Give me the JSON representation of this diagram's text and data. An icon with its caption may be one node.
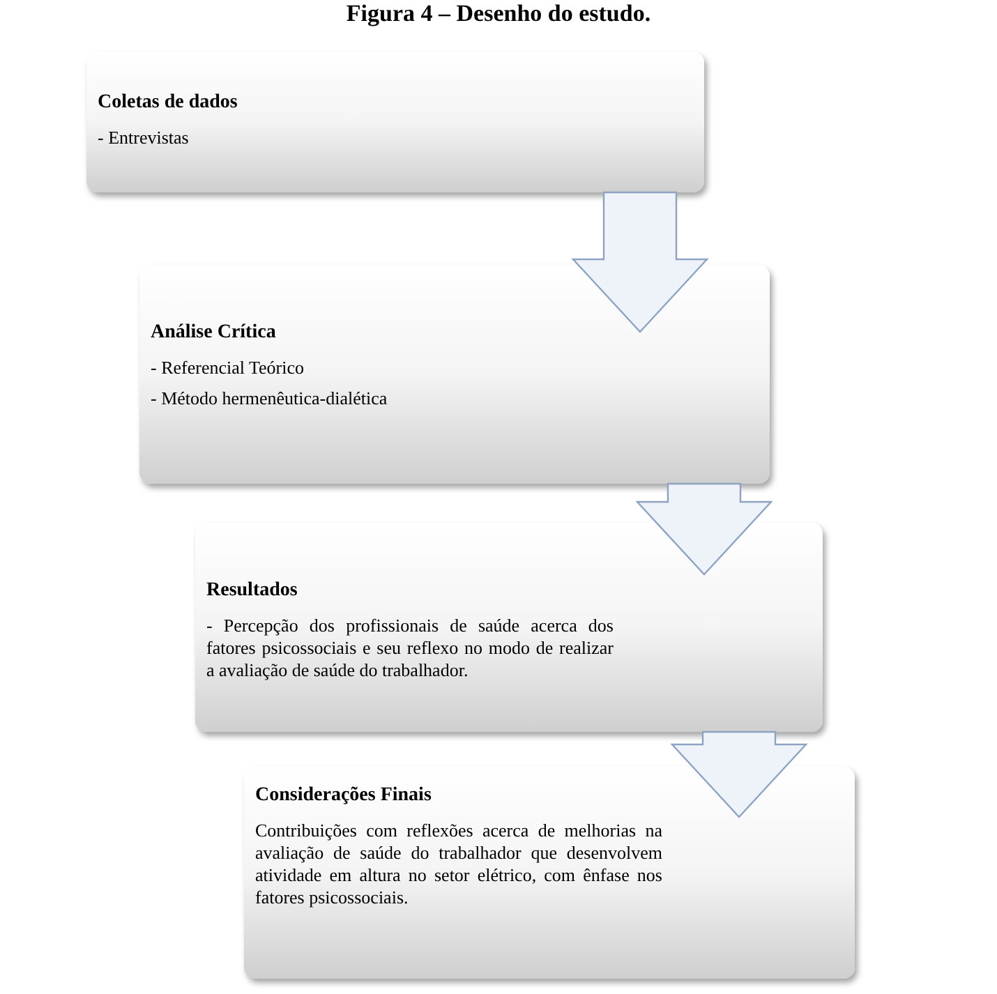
{
  "diagram": {
    "title": "Figura 4 – Desenho do estudo.",
    "nodes": [
      {
        "text": [
          "Coletas de dados",
          "- Entrevistas"
        ]
      },
      {
        "text": [
          "Análise Crítica",
          "- Referencial Teórico",
          "- Método hermenêutica-dialética"
        ]
      },
      {
        "text": [
          "Resultados",
          "- Percepção dos profissionais de saúde acerca dos fatores psicossociais e seu reflexo no modo de realizar a avaliação de saúde do trabalhador."
        ]
      },
      {
        "text": [
          "Considerações Finais",
          "Contribuições com reflexões acerca de melhorias na avaliação de saúde do trabalhador que desenvolvem atividade em altura no setor elétrico, com ênfase nos fatores psicossociais."
        ]
      }
    ],
    "edges": [
      {
        "from": 0,
        "to": 1,
        "arrow": "to"
      },
      {
        "from": 1,
        "to": 2,
        "arrow": "to"
      },
      {
        "from": 2,
        "to": 3,
        "arrow": "to"
      }
    ]
  }
}
